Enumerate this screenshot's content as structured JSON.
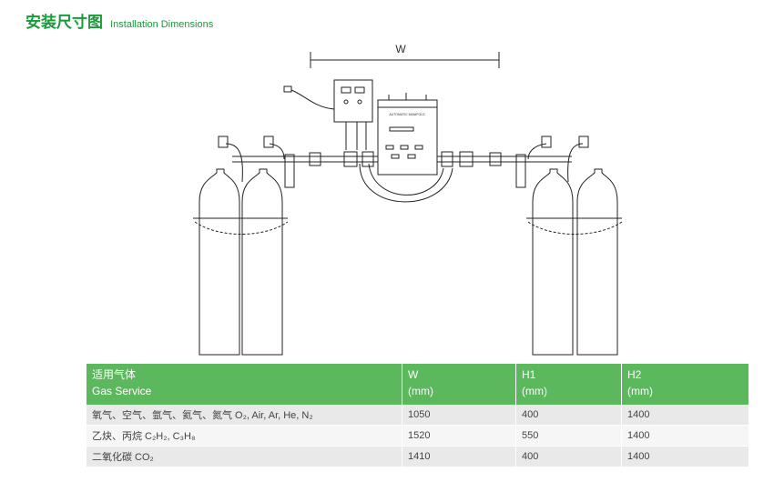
{
  "heading": {
    "title_cn": "安装尺寸图",
    "title_en": "Installation Dimensions"
  },
  "diagram": {
    "width_label": "W",
    "panel_label": "AUTOMATIC MANIFOLD"
  },
  "table": {
    "headers": [
      {
        "line1": "适用气体",
        "line2": "Gas Service"
      },
      {
        "line1": "W",
        "line2": "(mm)"
      },
      {
        "line1": "H1",
        "line2": "(mm)"
      },
      {
        "line1": "H2",
        "line2": "(mm)"
      }
    ],
    "rows": [
      {
        "gas": "氧气、空气、氩气、氦气、氮气 O₂, Air, Ar, He, N₂",
        "w": "1050",
        "h1": "400",
        "h2": "1400"
      },
      {
        "gas": "乙炔、丙烷 C₂H₂, C₃H₈",
        "w": "1520",
        "h1": "550",
        "h2": "1400"
      },
      {
        "gas": "二氧化碳 CO₂",
        "w": "1410",
        "h1": "400",
        "h2": "1400"
      }
    ]
  },
  "colors": {
    "accent": "#1a9a3a",
    "table_header": "#5cb85c",
    "row_odd": "#e9e9e9",
    "row_even": "#f6f6f6"
  }
}
